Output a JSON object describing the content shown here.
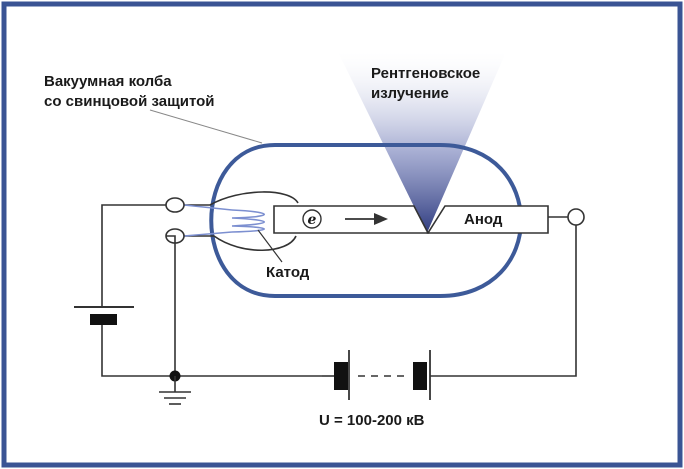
{
  "colors": {
    "border": "#3a5494",
    "tube": "#3d5a99",
    "wire": "#333333",
    "filament": "#7c8fd0",
    "beam_top": "#ffffff",
    "beam_bottom": "#3d4a8a"
  },
  "labels": {
    "tube_line1": "Вакуумная колба",
    "tube_line2": "со свинцовой защитой",
    "xray_line1": "Рентгеновское",
    "xray_line2": "излучение",
    "anode": "Анод",
    "cathode": "Катод",
    "electron": "e",
    "voltage": "U = 100-200 кВ"
  },
  "icons": {
    "arrow": "right-arrow-icon",
    "ground": "ground-icon"
  }
}
